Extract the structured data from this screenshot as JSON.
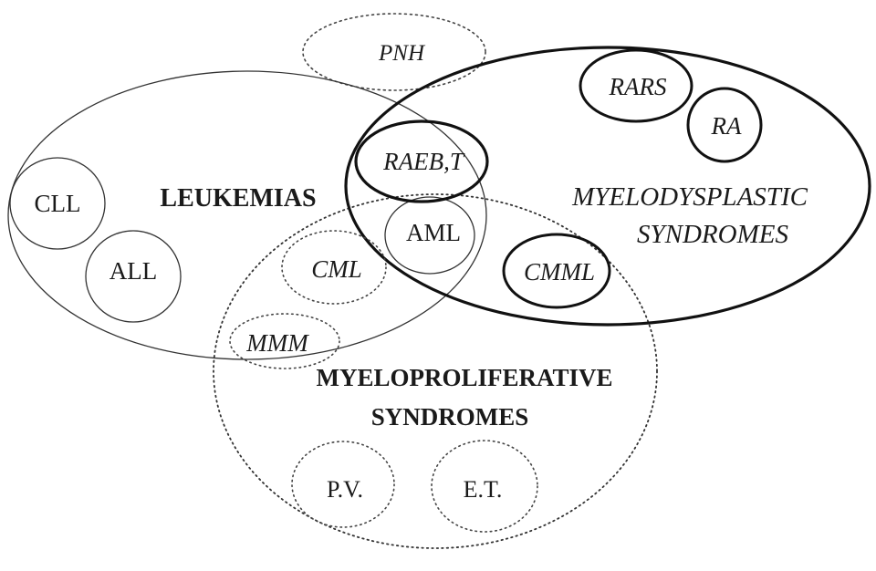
{
  "diagram": {
    "groups": {
      "leukemias": "LEUKEMIAS",
      "mds_line1": "MYELODYSPLASTIC",
      "mds_line2": "SYNDROMES",
      "mps_line1": "MYELOPROLIFERATIVE",
      "mps_line2": "SYNDROMES"
    },
    "nodes": {
      "pnh": "PNH",
      "rars": "RARS",
      "ra": "RA",
      "raebt": "RAEB,T",
      "cll": "CLL",
      "all": "ALL",
      "aml": "AML",
      "cml": "CML",
      "cmml": "CMML",
      "mmm": "MMM",
      "pv": "P.V.",
      "et": "E.T."
    }
  }
}
